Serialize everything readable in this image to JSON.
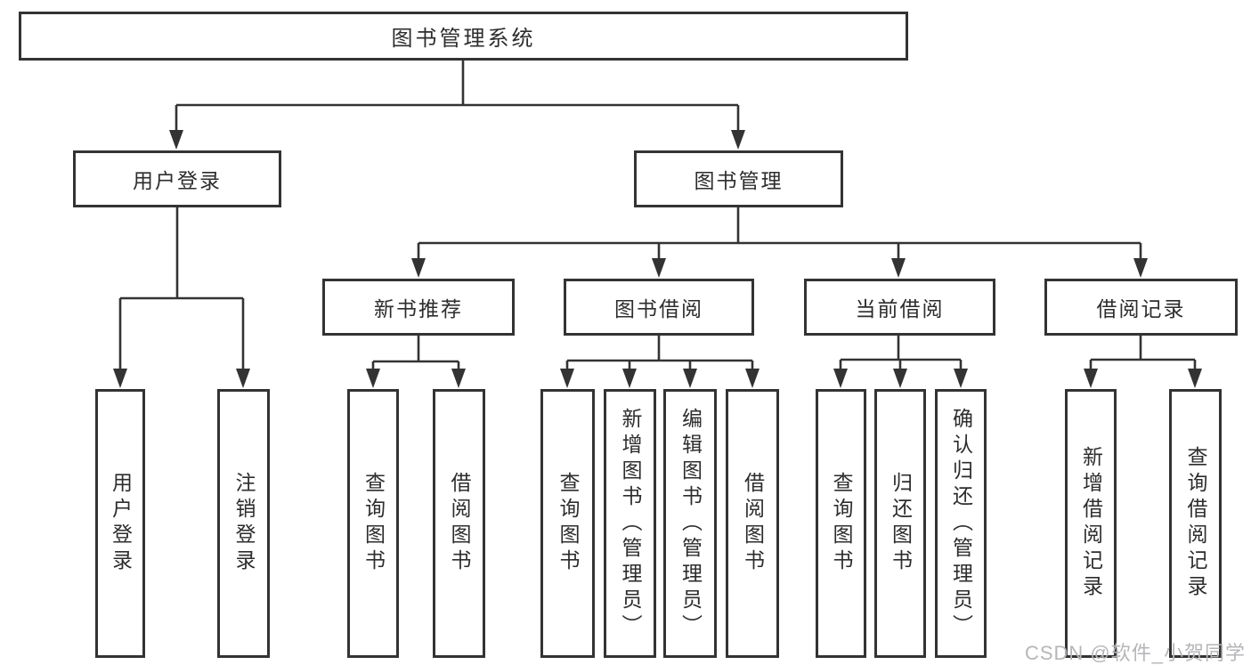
{
  "nodes": {
    "root": {
      "label": "图书管理系统"
    },
    "user_login": {
      "label": "用户登录"
    },
    "book_management": {
      "label": "图书管理"
    },
    "new_book_recommend": {
      "label": "新书推荐"
    },
    "book_borrowing": {
      "label": "图书借阅"
    },
    "current_borrowing": {
      "label": "当前借阅"
    },
    "borrowing_records": {
      "label": "借阅记录"
    },
    "login_leaf": {
      "label": "用户登录"
    },
    "logout_leaf": {
      "label": "注销登录"
    },
    "recommend_query_books": {
      "label": "查询图书"
    },
    "recommend_borrow_books": {
      "label": "借阅图书"
    },
    "borrowing_query_books": {
      "label": "查询图书"
    },
    "borrowing_add_books": {
      "label": "新增图书（管理员）"
    },
    "borrowing_edit_books": {
      "label": "编辑图书（管理员）"
    },
    "borrowing_borrow_books": {
      "label": "借阅图书"
    },
    "current_query_books": {
      "label": "查询图书"
    },
    "current_return_books": {
      "label": "归还图书"
    },
    "current_confirm_return": {
      "label": "确认归还（管理员）"
    },
    "records_add_record": {
      "label": "新增借阅记录"
    },
    "records_query_record": {
      "label": "查询借阅记录"
    }
  },
  "watermark": {
    "text": "CSDN @软件_小贺同学"
  },
  "colors": {
    "line": "#333333",
    "text": "#2d2d2d",
    "node_background": "#ffffff",
    "watermark": "#b6b6ba"
  }
}
